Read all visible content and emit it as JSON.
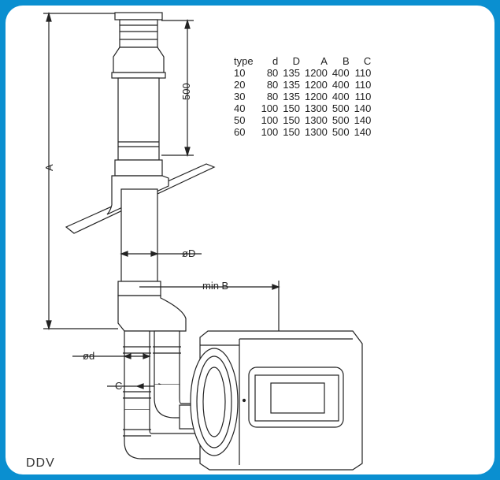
{
  "colors": {
    "frame": "#0a8fd0",
    "panel": "#ffffff",
    "line": "#222222"
  },
  "model_label": "DDV",
  "dimensions": {
    "A": "A",
    "B": "min B",
    "C": "C",
    "D": "øD",
    "d": "ød",
    "top_length": "500"
  },
  "spec_table": {
    "headers": [
      "type",
      "d",
      "D",
      "A",
      "B",
      "C"
    ],
    "rows": [
      [
        "10",
        "80",
        "135",
        "1200",
        "400",
        "110"
      ],
      [
        "20",
        "80",
        "135",
        "1200",
        "400",
        "110"
      ],
      [
        "30",
        "80",
        "135",
        "1200",
        "400",
        "110"
      ],
      [
        "40",
        "100",
        "150",
        "1300",
        "500",
        "140"
      ],
      [
        "50",
        "100",
        "150",
        "1300",
        "500",
        "140"
      ],
      [
        "60",
        "100",
        "150",
        "1300",
        "500",
        "140"
      ]
    ]
  }
}
